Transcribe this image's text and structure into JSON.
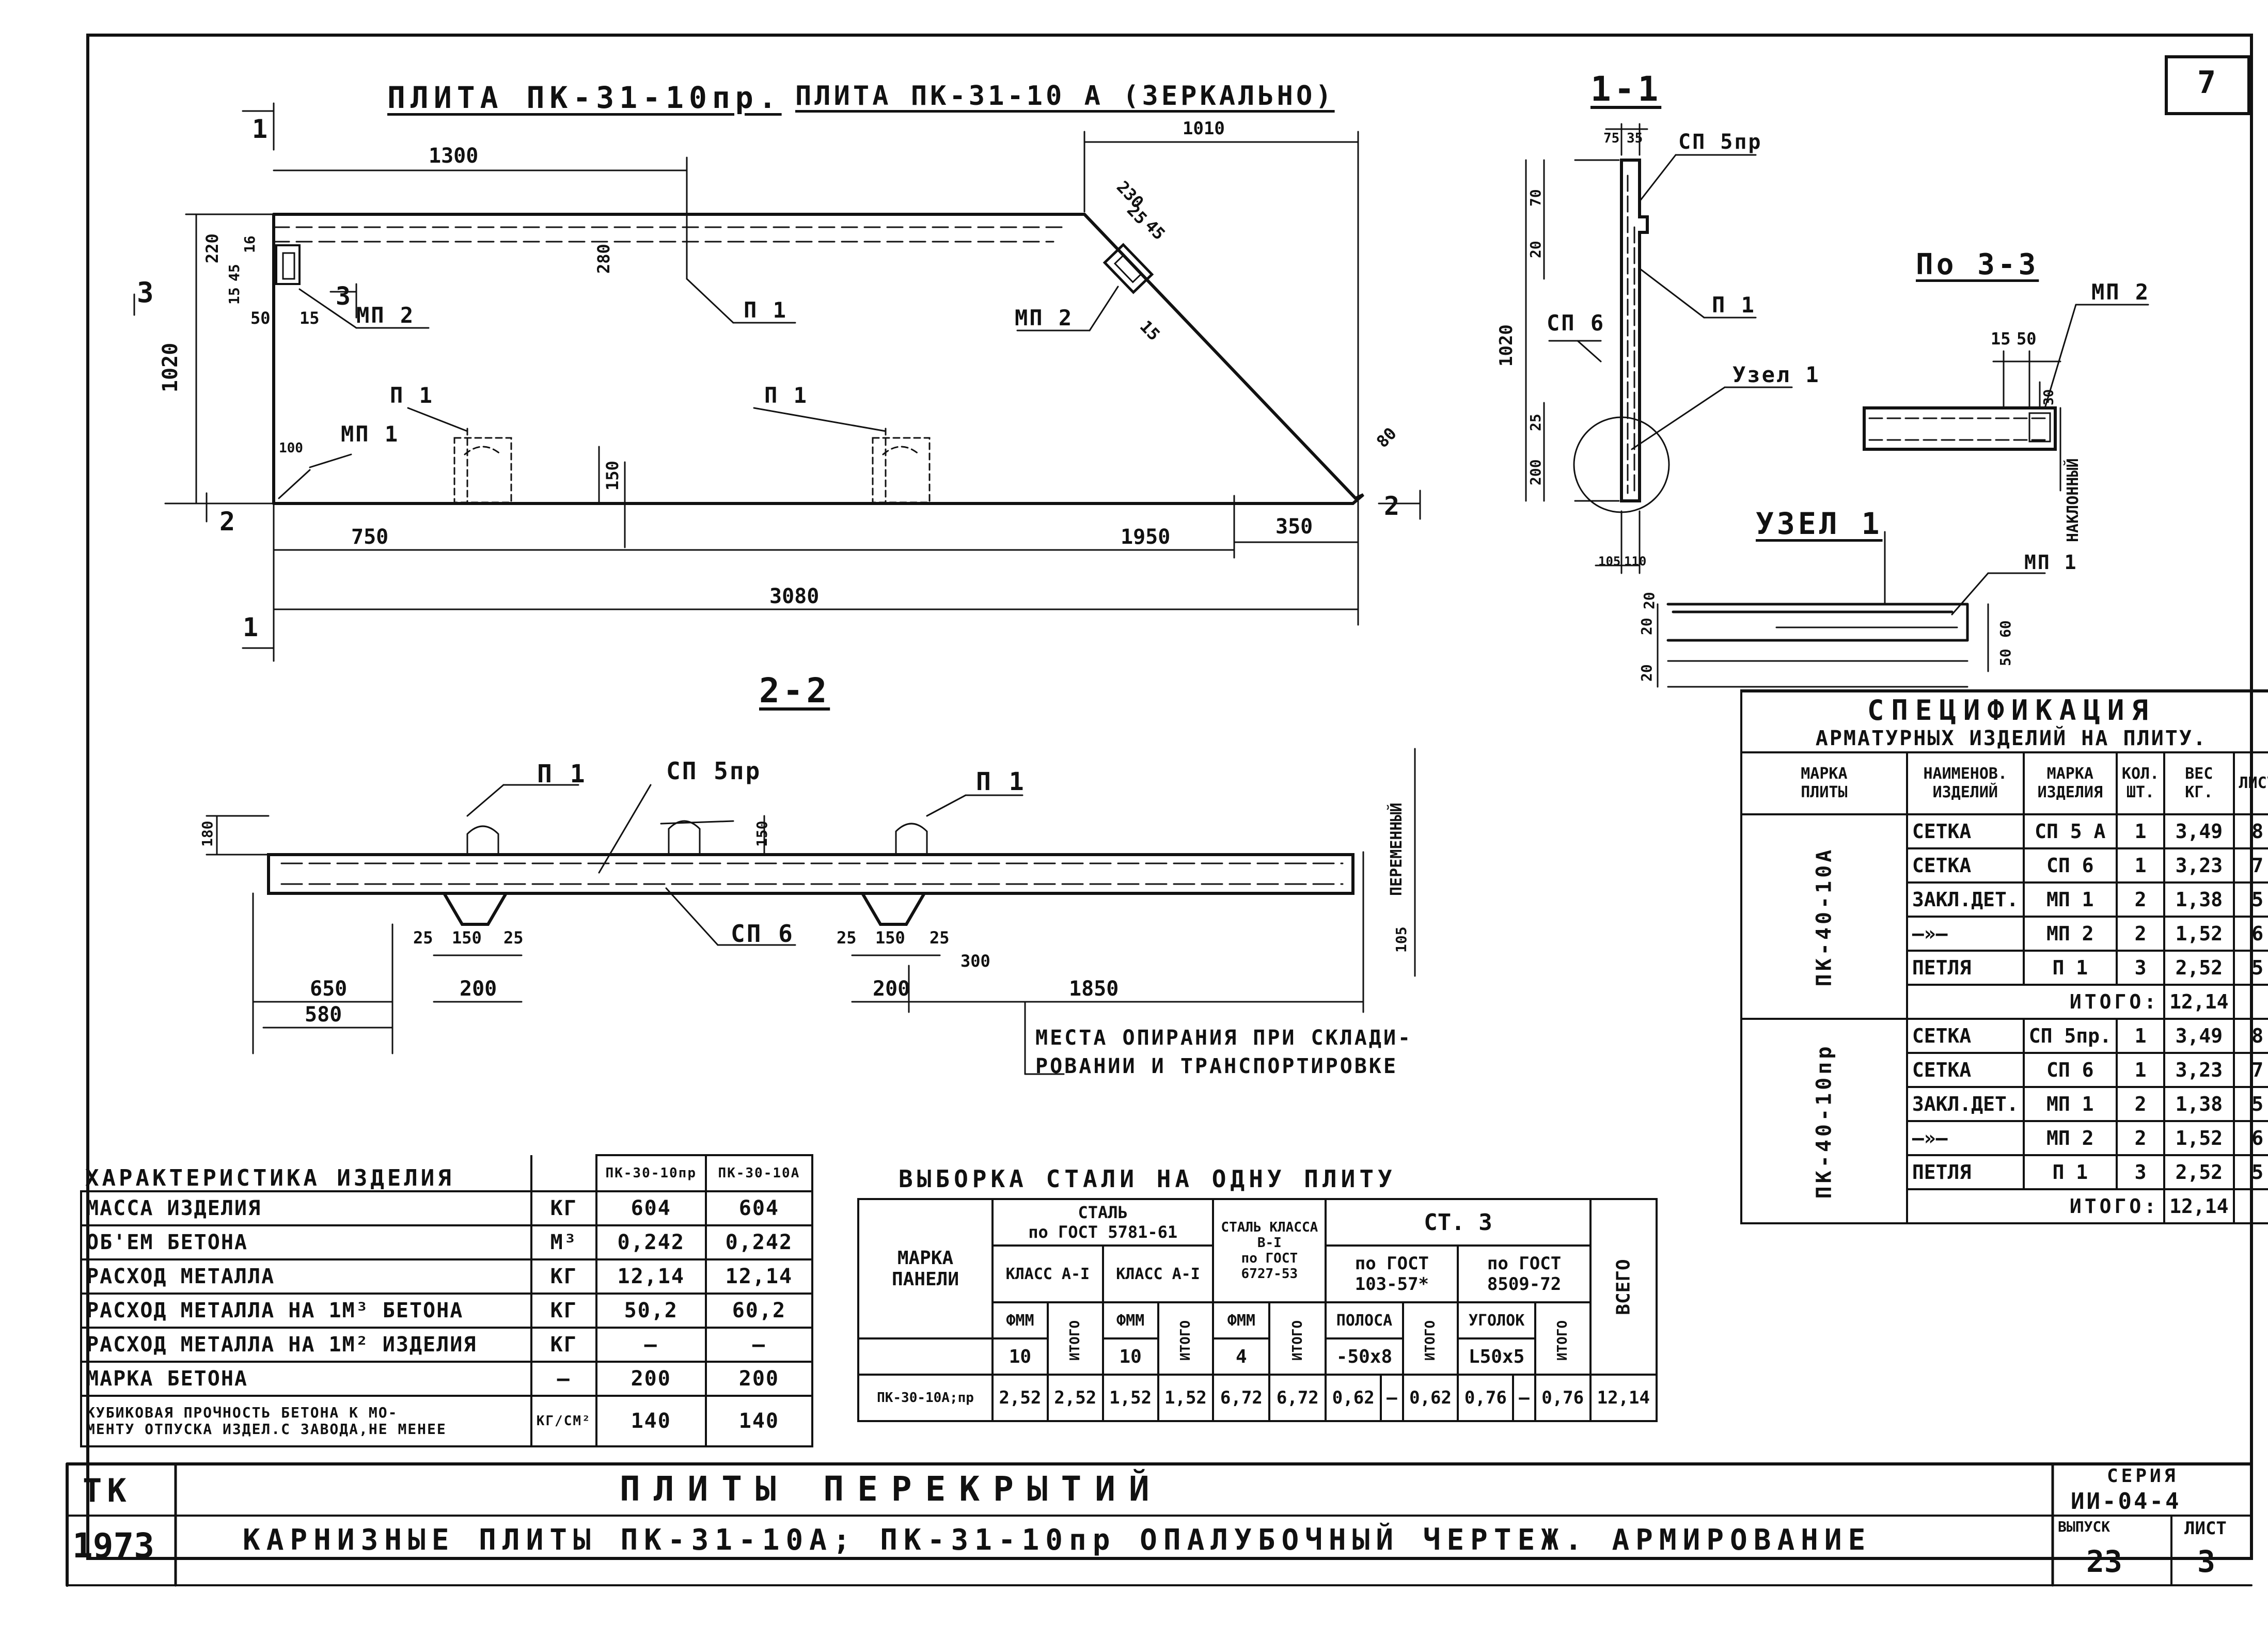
{
  "sheet_number": "7",
  "drawing": {
    "title_plate": "ПЛИТА ПК-31-10пр.",
    "title_plate_mirror": "ПЛИТА ПК-31-10 А (ЗЕРКАЛЬНО)",
    "sections": {
      "s11": "1-1",
      "s22": "2-2",
      "s33": "По 3-3",
      "node1": "УЗЕЛ 1"
    },
    "section_marks": {
      "m1": "1",
      "m2": "2",
      "m3": "3"
    },
    "dims_plan": {
      "d1300": "1300",
      "d1010": "1010",
      "d220": "220",
      "d1020": "1020",
      "d280": "280",
      "d750": "750",
      "d1950": "1950",
      "d350": "350",
      "d3080": "3080",
      "d150": "150",
      "d100": "100",
      "d50": "50",
      "d15": "15",
      "d45": "45",
      "d16": "16",
      "d230": "230",
      "d25": "25",
      "d80": "80"
    },
    "dims_22": {
      "d650": "650",
      "d580": "580",
      "d200a": "200",
      "d200b": "200",
      "d1850": "1850",
      "d300": "300",
      "d25a": "25",
      "d150a": "150",
      "d25b": "25",
      "d25c": "25",
      "d150b": "150",
      "d25d": "25",
      "d150v": "150",
      "d105": "105",
      "d180": "180"
    },
    "dims_11": {
      "d75": "75",
      "d35": "35",
      "d70": "70",
      "d20": "20",
      "d1020": "1020",
      "d25": "25",
      "d200": "200",
      "d105": "105",
      "d110": "110"
    },
    "dims_33": {
      "d15": "15",
      "d50": "50",
      "d30": "30"
    },
    "dims_node": {
      "d20a": "20",
      "d20b": "20",
      "d50": "50",
      "d60": "60",
      "d20c": "20"
    },
    "callouts": {
      "p1": "П 1",
      "mp2": "МП 2",
      "mp1": "МП 1",
      "sp5pr": "СП 5пр",
      "sp6": "СП 6",
      "uzel1": "Узел 1",
      "naklonnyi": "НАКЛОННЫЙ",
      "peremennyi": "ПЕРЕМЕННЫЙ"
    },
    "support_note": "МЕСТА ОПИРАНИЯ ПРИ СКЛАДИ-\nРОВАНИИ И ТРАНСПОРТИРОВКЕ"
  },
  "characteristics": {
    "header": "ХАРАКТЕРИСТИКА ИЗДЕЛИЯ",
    "col_a": "ПК-30-10пр",
    "col_b": "ПК-30-10А",
    "rows": [
      {
        "name": "МАССА ИЗДЕЛИЯ",
        "unit": "КГ",
        "a": "604",
        "b": "604"
      },
      {
        "name": "ОБ'ЕМ БЕТОНА",
        "unit": "М³",
        "a": "0,242",
        "b": "0,242"
      },
      {
        "name": "РАСХОД МЕТАЛЛА",
        "unit": "КГ",
        "a": "12,14",
        "b": "12,14"
      },
      {
        "name": "РАСХОД МЕТАЛЛА НА 1М³ БЕТОНА",
        "unit": "КГ",
        "a": "50,2",
        "b": "60,2"
      },
      {
        "name": "РАСХОД МЕТАЛЛА НА 1М² ИЗДЕЛИЯ",
        "unit": "КГ",
        "a": "—",
        "b": "—"
      },
      {
        "name": "МАРКА БЕТОНА",
        "unit": "—",
        "a": "200",
        "b": "200"
      },
      {
        "name": "КУБИКОВАЯ ПРОЧНОСТЬ БЕТОНА К МО-\nМЕНТУ ОТПУСКА ИЗДЕЛ.С ЗАВОДА,НЕ МЕНЕЕ",
        "unit": "КГ/СМ²",
        "a": "140",
        "b": "140"
      }
    ]
  },
  "steel_selection": {
    "title": "ВЫБОРКА СТАЛИ НА ОДНУ ПЛИТУ",
    "marka_paneli": "МАРКА\nПАНЕЛИ",
    "steel_gost": "СТАЛЬ\nпо ГОСТ 5781-61",
    "klass_a1": "КЛАСС А-I",
    "klass_a2": "КЛАСС А-I",
    "steel_b1": "СТАЛЬ КЛАССА\nВ-I\nпо ГОСТ\n6727-53",
    "st3": "СТ. 3",
    "gost_103": "по ГОСТ\n103-57*",
    "gost_8509": "по ГОСТ\n8509-72",
    "vsego": "ВСЕГО",
    "fmm": "ФММ",
    "itogo": "ИТОГО",
    "polosa": "ПОЛОСА",
    "ugolok": "УГОЛОК",
    "d10a": "10",
    "d10b": "10",
    "d4": "4",
    "p50x8": "-50x8",
    "l50x5": "L50x5",
    "row": {
      "mark": "ПК-30-10А;пр",
      "v": [
        "2,52",
        "2,52",
        "1,52",
        "1,52",
        "6,72",
        "6,72",
        "0,62",
        "—",
        "0,62",
        "0,76",
        "—",
        "0,76",
        "12,14"
      ]
    }
  },
  "specification": {
    "title": "СПЕЦИФИКАЦИЯ",
    "subtitle": "АРМАТУРНЫХ ИЗДЕЛИЙ НА ПЛИТУ.",
    "headers": [
      "МАРКА\nПЛИТЫ",
      "НАИМЕНОВ.\nИЗДЕЛИЙ",
      "МАРКА\nИЗДЕЛИЯ",
      "КОЛ.\nШТ.",
      "ВЕС\nКГ.",
      "ЛИСТ"
    ],
    "group_a": "ПК-40-10А",
    "group_b": "ПК-40-10пр",
    "rows_a": [
      {
        "n": "СЕТКА",
        "m": "СП 5 А",
        "q": "1",
        "w": "3,49",
        "l": "8"
      },
      {
        "n": "СЕТКА",
        "m": "СП 6",
        "q": "1",
        "w": "3,23",
        "l": "7"
      },
      {
        "n": "ЗАКЛ.ДЕТ.",
        "m": "МП 1",
        "q": "2",
        "w": "1,38",
        "l": "5"
      },
      {
        "n": "—»—",
        "m": "МП 2",
        "q": "2",
        "w": "1,52",
        "l": "6"
      },
      {
        "n": "ПЕТЛЯ",
        "m": "П 1",
        "q": "3",
        "w": "2,52",
        "l": "5"
      }
    ],
    "total_a_label": "ИТОГО:",
    "total_a": "12,14",
    "rows_b": [
      {
        "n": "СЕТКА",
        "m": "СП 5пр.",
        "q": "1",
        "w": "3,49",
        "l": "8"
      },
      {
        "n": "СЕТКА",
        "m": "СП 6",
        "q": "1",
        "w": "3,23",
        "l": "7"
      },
      {
        "n": "ЗАКЛ.ДЕТ.",
        "m": "МП 1",
        "q": "2",
        "w": "1,38",
        "l": "5"
      },
      {
        "n": "—»—",
        "m": "МП 2",
        "q": "2",
        "w": "1,52",
        "l": "6"
      },
      {
        "n": "ПЕТЛЯ",
        "m": "П 1",
        "q": "3",
        "w": "2,52",
        "l": "5"
      }
    ],
    "total_b_label": "ИТОГО:",
    "total_b": "12,14"
  },
  "title_block": {
    "tk": "ТК",
    "year": "1973",
    "line1": "ПЛИТЫ ПЕРЕКРЫТИЙ",
    "line2": "КАРНИЗНЫЕ ПЛИТЫ ПК-31-10А; ПК-31-10пр ОПАЛУБОЧНЫЙ ЧЕРТЕЖ. АРМИРОВАНИЕ",
    "seria_label": "СЕРИЯ",
    "seria": "ИИ-04-4",
    "vypusk_label": "ВЫПУСК",
    "vypusk": "23",
    "list_label": "ЛИСТ",
    "list": "3"
  }
}
